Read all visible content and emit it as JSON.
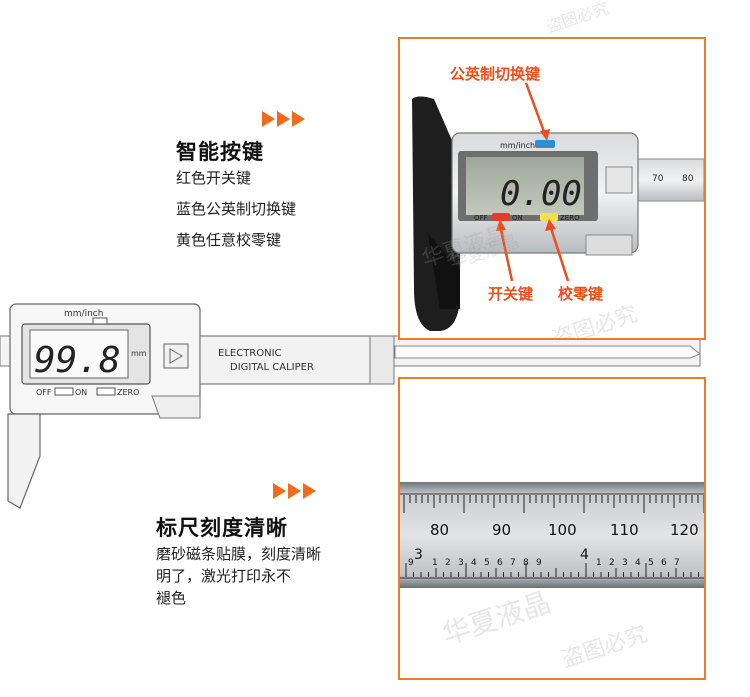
{
  "section_buttons": {
    "title": "智能按键",
    "lines": [
      "红色开关键",
      "蓝色公英制切换键",
      "黄色任意校零键"
    ]
  },
  "section_scale": {
    "title": "标尺刻度清晰",
    "lines": [
      "磨砂磁条贴膜，刻度清晰",
      "明了，激光打印永不",
      "褪色"
    ]
  },
  "main_caliper": {
    "unit_label": "mm/inch",
    "reading": "99.8",
    "reading_unit": "mm",
    "off_label": "OFF",
    "on_label": "ON",
    "zero_label": "ZERO",
    "brand_line1": "ELECTRONIC",
    "brand_line2": "DIGITAL CALIPER"
  },
  "detail_buttons": {
    "unit_label": "mm/inch",
    "reading": "0.00",
    "off_label": "OFF",
    "on_label": "ON",
    "zero_label": "ZERO",
    "callout_unit": "公英制切换键",
    "callout_power": "开关键",
    "callout_zero": "校零键",
    "scale_numbers": [
      "70",
      "80"
    ]
  },
  "detail_scale": {
    "main_numbers": [
      "80",
      "90",
      "100",
      "110",
      "120"
    ],
    "inch_marks": [
      "3",
      "4"
    ],
    "sub_digits": [
      "9",
      "1",
      "2",
      "3",
      "4",
      "5",
      "6",
      "7",
      "8",
      "9",
      "1",
      "2",
      "3",
      "4",
      "5",
      "6",
      "7"
    ]
  },
  "watermarks": [
    "盗图必究",
    "华夏液晶"
  ],
  "colors": {
    "accent": "#f26b1d",
    "callout": "#e8501e",
    "power_button": "#e53935",
    "unit_button": "#2f8fd6",
    "zero_button": "#f4e04d"
  }
}
